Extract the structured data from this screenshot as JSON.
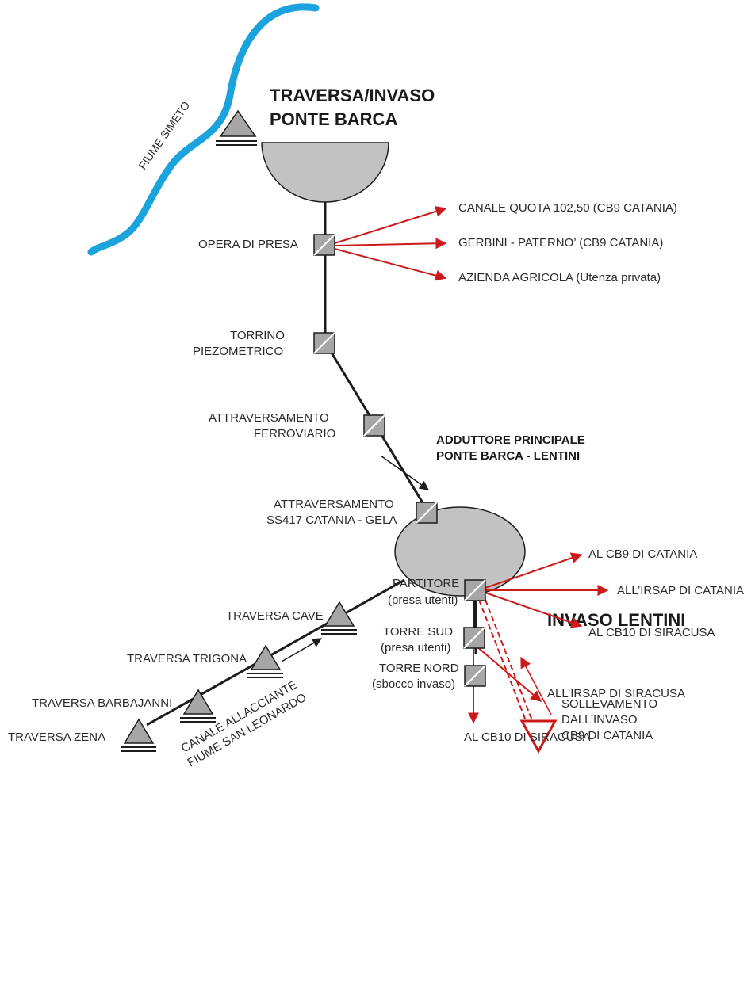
{
  "river": {
    "label": "FIUME SIMETO",
    "color": "#1aa3dc"
  },
  "colors": {
    "pipe": "#1c1c1c",
    "flow_red": "#cc1a1a",
    "basin_fill": "#c2c2c2",
    "valve_fill": "#a6a6a6"
  },
  "top_reservoir": {
    "title_line1": "TRAVERSA/INVASO",
    "title_line2": "PONTE BARCA"
  },
  "nodes": {
    "opera_presa": "OPERA DI PRESA",
    "torrino_l1": "TORRINO",
    "torrino_l2": "PIEZOMETRICO",
    "ferro_l1": "ATTRAVERSAMENTO",
    "ferro_l2": "FERROVIARIO",
    "ss417_l1": "ATTRAVERSAMENTO",
    "ss417_l2": "SS417 CATANIA - GELA",
    "partitore_l1": "PARTITORE",
    "partitore_l2": "(presa utenti)",
    "torre_nord_l1": "TORRE NORD",
    "torre_nord_l2": "(sbocco invaso)",
    "torre_sud_l1": "TORRE SUD",
    "torre_sud_l2": "(presa utenti)"
  },
  "adduttore": {
    "line1": "ADDUTTORE PRINCIPALE",
    "line2": "PONTE BARCA - LENTINI"
  },
  "presa_outputs": [
    "CANALE QUOTA 102,50 (CB9 CATANIA)",
    "GERBINI - PATERNO’ (CB9 CATANIA)",
    "AZIENDA AGRICOLA (Utenza privata)"
  ],
  "partitore_outputs": [
    "AL CB9 DI CATANIA",
    "ALL’IRSAP DI CATANIA",
    "AL CB10 DI SIRACUSA"
  ],
  "sollevamento": {
    "line1": "SOLLEVAMENTO",
    "line2": "DALL’INVASO",
    "line3": "CB9 DI CATANIA"
  },
  "lentini": {
    "title": "INVASO LENTINI"
  },
  "torre_sud_outputs": [
    "ALL’IRSAP DI SIRACUSA",
    "AL CB10 DI SIRACUSA"
  ],
  "traverse": [
    "TRAVERSA CAVE",
    "TRAVERSA TRIGONA",
    "TRAVERSA BARBAJANNI",
    "TRAVERSA ZENA"
  ],
  "canale": {
    "line1": "CANALE ALLACCIANTE",
    "line2": "FIUME SAN LEONARDO"
  }
}
